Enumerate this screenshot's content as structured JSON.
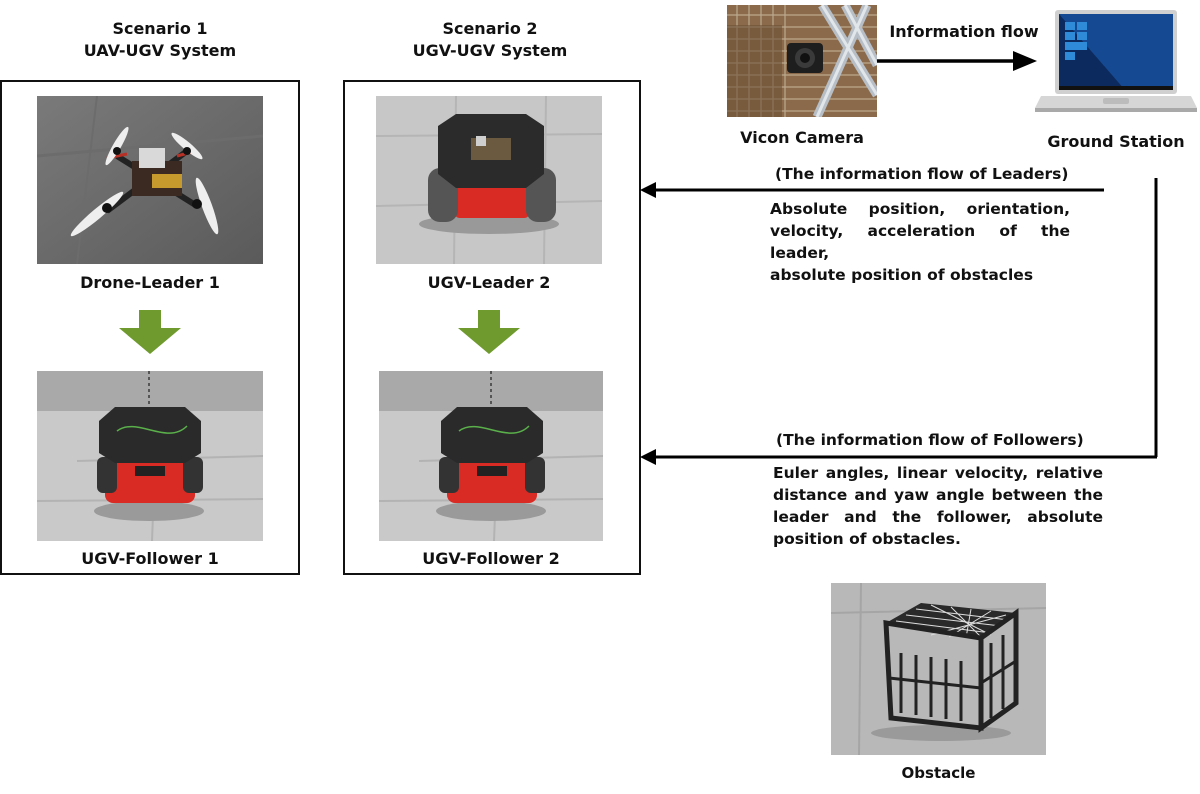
{
  "scenario1": {
    "title_line1": "Scenario 1",
    "title_line2": "UAV-UGV System"
  },
  "scenario2": {
    "title_line1": "Scenario 2",
    "title_line2": "UGV-UGV System"
  },
  "panel1": {
    "leader_label": "Drone-Leader 1",
    "follower_label": "UGV-Follower 1"
  },
  "panel2": {
    "leader_label": "UGV-Leader 2",
    "follower_label": "UGV-Follower 2"
  },
  "top": {
    "camera_label": "Vicon Camera",
    "flow_label": "Information flow",
    "station_label": "Ground Station"
  },
  "leaders_flow": {
    "header": "(The  information flow of Leaders)",
    "lines": [
      "Absolute position, orientation,",
      "velocity, acceleration of the leader,",
      "absolute position  of obstacles"
    ]
  },
  "followers_flow": {
    "header": "(The  information flow of Followers)",
    "lines": [
      "Euler angles, linear velocity, relative",
      "distance and yaw angle between the",
      "leader and  the follower, absolute",
      "position of obstacles."
    ]
  },
  "obstacle": {
    "label": "Obstacle"
  },
  "colors": {
    "down_arrow": "#6f9a2e",
    "line": "#000000",
    "robot_red": "#d92a24"
  }
}
